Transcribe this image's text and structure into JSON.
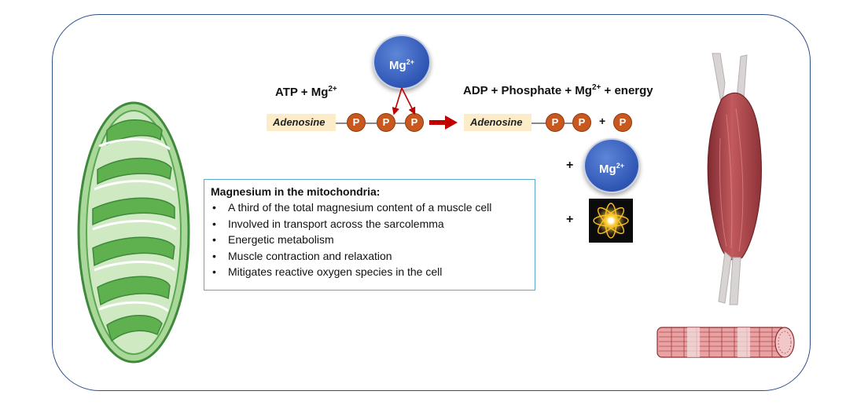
{
  "reaction": {
    "left_label": "ATP + Mg",
    "left_sup": "2+",
    "right_label_a": "ADP + Phosphate + Mg",
    "right_sup": "2+",
    "right_label_b": " + energy",
    "adenosine_left": "Adenosine",
    "adenosine_right": "Adenosine",
    "phosphate": "P",
    "plus": "+"
  },
  "magnesium": {
    "symbol": "Mg",
    "charge": "2+"
  },
  "info_box": {
    "title": "Magnesium in the mitochondria:",
    "bullet": "•",
    "items": [
      "A third of the total magnesium content of a muscle cell",
      "Involved in transport across the sarcolemma",
      "Energetic metabolism",
      "Muscle contraction and relaxation",
      "Mitigates reactive oxygen species in the cell"
    ]
  },
  "colors": {
    "frame": "#2f4f8a",
    "phosphate": "#c8581e",
    "magnesium": "#2f55b4",
    "arrow": "#c00000",
    "mitochondrion": "#7cc46c",
    "muscle": "#b24a4e"
  },
  "icons": [
    "mitochondrion-illustration",
    "muscle-illustration",
    "muscle-fiber-illustration",
    "energy-burst-icon",
    "reaction-arrow-icon"
  ]
}
